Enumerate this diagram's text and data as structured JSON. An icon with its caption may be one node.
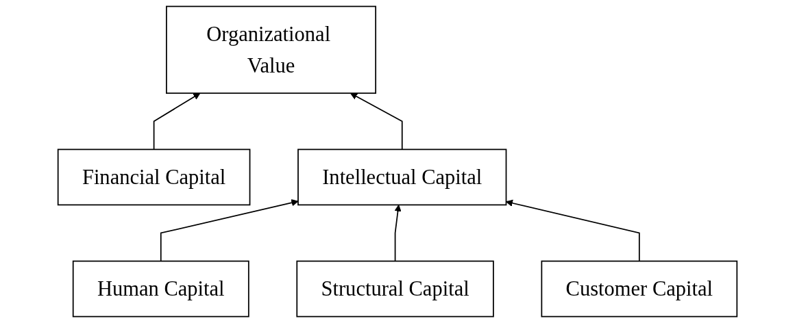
{
  "diagram": {
    "nodes": [
      {
        "text": [
          "Organizational Value"
        ]
      },
      {
        "text": [
          "Financial Capital"
        ]
      },
      {
        "text": [
          "Intellectual Capital"
        ]
      },
      {
        "text": [
          "Human Capital"
        ]
      },
      {
        "text": [
          "Structural Capital"
        ]
      },
      {
        "text": [
          "Customer Capital"
        ]
      }
    ],
    "edges": [
      {
        "from": 1,
        "to": 0,
        "arrow": "to"
      },
      {
        "from": 2,
        "to": 0,
        "arrow": "to"
      },
      {
        "from": 3,
        "to": 2,
        "arrow": "to"
      },
      {
        "from": 4,
        "to": 2,
        "arrow": "to"
      },
      {
        "from": 5,
        "to": 2,
        "arrow": "to"
      }
    ]
  }
}
